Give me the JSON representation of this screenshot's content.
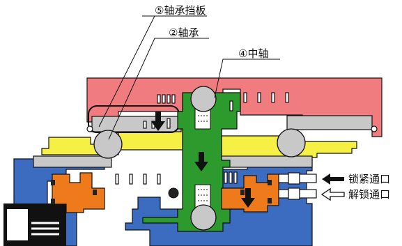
{
  "labels": {
    "bearing_retainer": "⑤轴承挡板",
    "bearing": "②轴承",
    "center_shaft": "④中轴",
    "lock_port": "锁紧通口",
    "unlock_port": "解锁通口"
  },
  "colors": {
    "outer_body": "#3c6cc0",
    "top_cover": "#f07c80",
    "yellow_ring": "#f6f044",
    "center_shaft": "#2c9a2c",
    "piston": "#ee7a1c",
    "bearing": "#c8c8c8",
    "outline": "#111111"
  },
  "icons": {
    "lock_port_arrow": "filled-arrow-left",
    "unlock_port_arrow": "hollow-arrow-left",
    "down_arrows": "arrow-down"
  }
}
